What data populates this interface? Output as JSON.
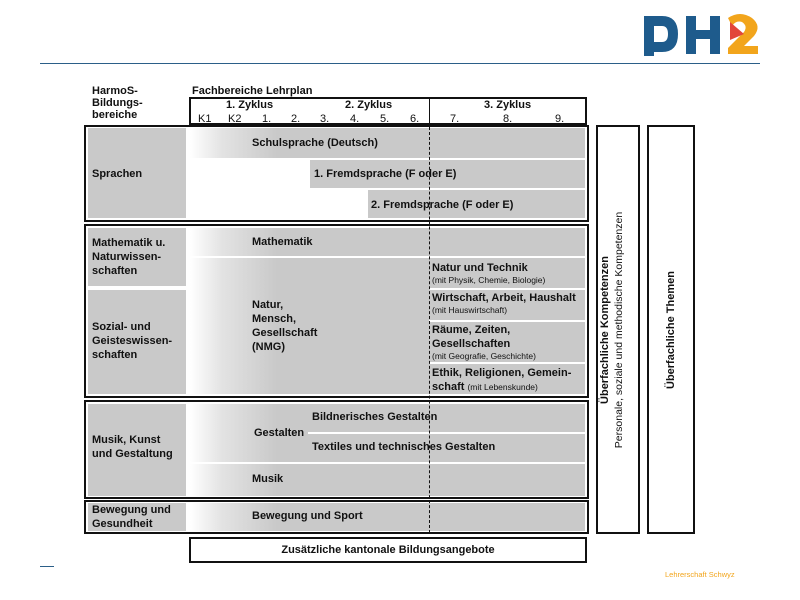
{
  "header": {
    "col_left": "HarmoS-\nBildungs-\nbereiche",
    "col_left_lines": [
      "HarmoS-",
      "Bildungs-",
      "bereiche"
    ],
    "col_right": "Fachbereiche Lehrplan",
    "zyklus1": "1. Zyklus",
    "zyklus2": "2. Zyklus",
    "zyklus3": "3. Zyklus",
    "grades": [
      "K1",
      "K2",
      "1.",
      "2.",
      "3.",
      "4.",
      "5.",
      "6.",
      "7.",
      "8.",
      "9."
    ]
  },
  "areas": {
    "sprachen": "Sprachen",
    "mathematik_lines": [
      "Mathematik u.",
      "Naturwissen-",
      "schaften"
    ],
    "sozial_lines": [
      "Sozial- und",
      "Geisteswissen-",
      "schaften"
    ],
    "musik_lines": [
      "Musik, Kunst",
      "und Gestaltung"
    ],
    "bewegung_lines": [
      "Bewegung und",
      "Gesundheit"
    ]
  },
  "subjects": {
    "schulsprache": "Schulsprache (Deutsch)",
    "fremd1": "1. Fremdsprache (F oder E)",
    "fremd2": "2. Fremdsprache (F oder E)",
    "mathematik": "Mathematik",
    "nmg_lines": [
      "Natur,",
      "Mensch,",
      "Gesellschaft",
      "(NMG)"
    ],
    "natur_technik": "Natur und Technik",
    "natur_technik_sub": "(mit Physik, Chemie, Biologie)",
    "wirtschaft": "Wirtschaft, Arbeit, Haushalt",
    "wirtschaft_sub": "(mit Hauswirtschaft)",
    "raeume_lines": [
      "Räume, Zeiten,",
      "Gesellschaften"
    ],
    "raeume_sub": "(mit Geografie, Geschichte)",
    "ethik_lines": [
      "Ethik, Religionen, Gemein-",
      "schaft"
    ],
    "ethik_sub": "(mit Lebenskunde)",
    "gestalten": "Gestalten",
    "bildnerisch": "Bildnerisches Gestalten",
    "textil": "Textiles und technisches Gestalten",
    "musik": "Musik",
    "bewegung": "Bewegung und Sport",
    "zusaetzlich": "Zusätzliche kantonale Bildungsangebote"
  },
  "side": {
    "kompetenzen_title": "Überfachliche Kompetenzen",
    "kompetenzen_sub": "Personale, soziale und methodische Kompetenzen",
    "themen": "Überfachliche Themen"
  },
  "footer": {
    "org": "Lehrerschaft Schwyz"
  },
  "colors": {
    "logo_blue": "#1e5b8c",
    "logo_orange": "#f2a51c",
    "line_blue": "#2b5f88"
  }
}
